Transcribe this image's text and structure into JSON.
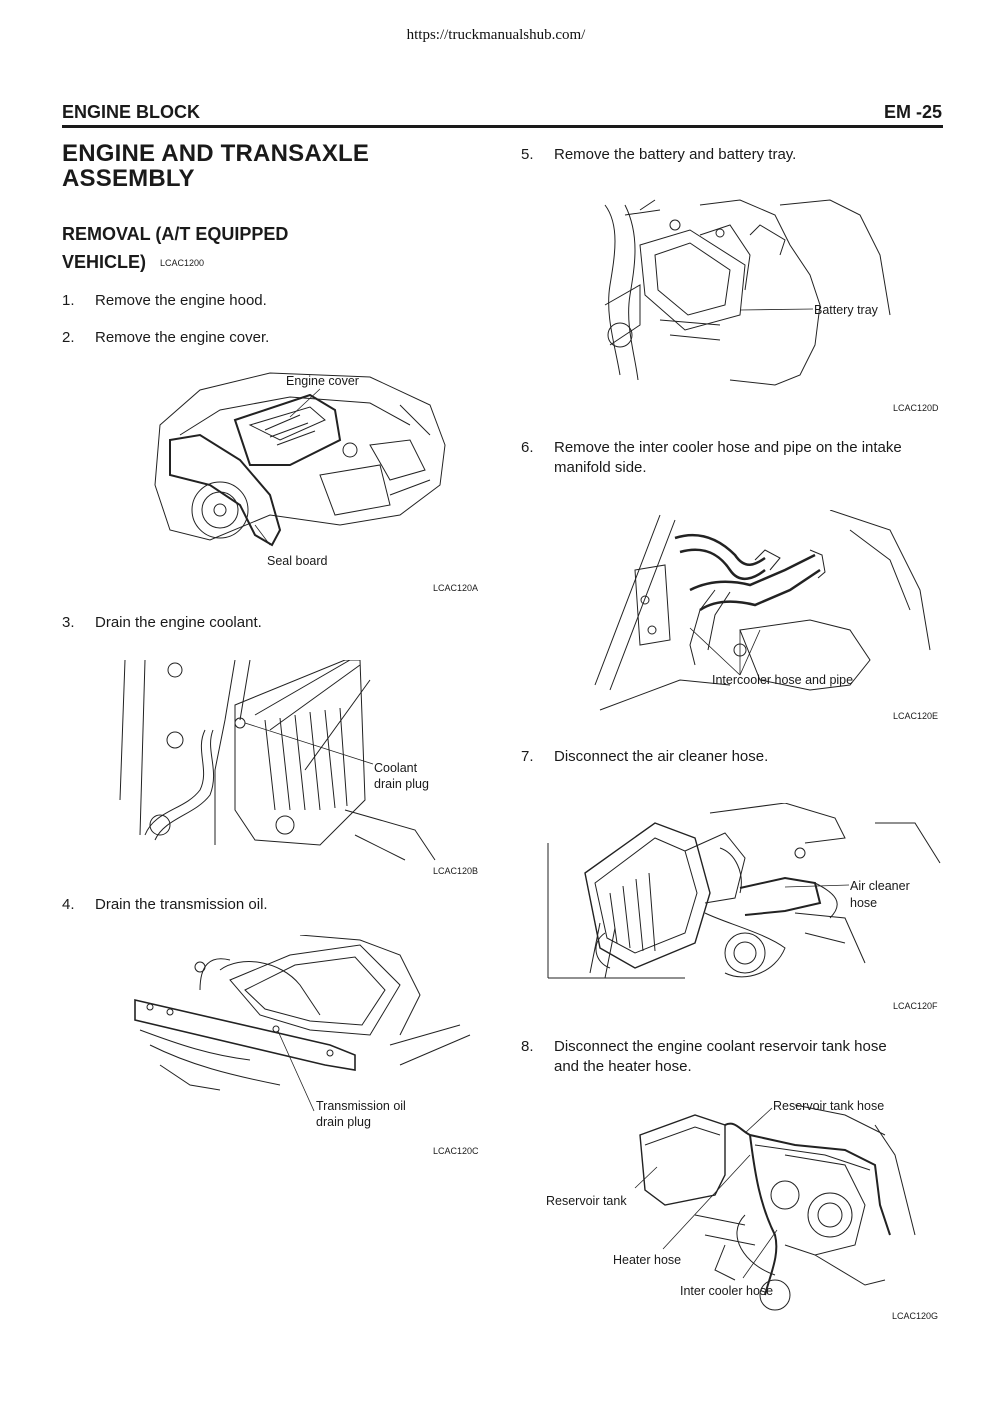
{
  "header": {
    "url": "https://truckmanualshub.com/",
    "section": "ENGINE BLOCK",
    "page": "EM -25"
  },
  "title": {
    "line1": "ENGINE AND TRANSAXLE",
    "line2": "ASSEMBLY"
  },
  "subtitle": {
    "line1": "REMOVAL (A/T EQUIPPED",
    "line2": "VEHICLE)",
    "code": "LCAC1200"
  },
  "steps": [
    {
      "num": "1.",
      "text": "Remove the engine hood."
    },
    {
      "num": "2.",
      "text": "Remove the engine cover."
    },
    {
      "num": "3.",
      "text": "Drain the engine coolant."
    },
    {
      "num": "4.",
      "text": "Drain the transmission oil."
    },
    {
      "num": "5.",
      "text": "Remove the battery and battery tray."
    },
    {
      "num": "6.",
      "text_line1": "Remove the inter cooler hose and pipe on the intake",
      "text_line2": "manifold side."
    },
    {
      "num": "7.",
      "text": "Disconnect the air cleaner hose."
    },
    {
      "num": "8.",
      "text_line1": "Disconnect the engine coolant reservoir tank hose",
      "text_line2": "and the heater hose."
    }
  ],
  "figures": {
    "a": {
      "code": "LCAC120A",
      "labels": [
        "Engine cover",
        "Seal board"
      ]
    },
    "b": {
      "code": "LCAC120B",
      "labels": [
        "Coolant",
        "drain plug"
      ]
    },
    "c": {
      "code": "LCAC120C",
      "labels": [
        "Transmission oil",
        "drain plug"
      ]
    },
    "d": {
      "code": "LCAC120D",
      "labels": [
        "Battery tray"
      ]
    },
    "e": {
      "code": "LCAC120E",
      "labels": [
        "Intercooler hose and pipe"
      ]
    },
    "f": {
      "code": "LCAC120F",
      "labels": [
        "Air cleaner",
        "hose"
      ]
    },
    "g": {
      "code": "LCAC120G",
      "labels": [
        "Reservoir tank hose",
        "Reservoir tank",
        "Heater hose",
        "Inter cooler hose"
      ]
    }
  }
}
